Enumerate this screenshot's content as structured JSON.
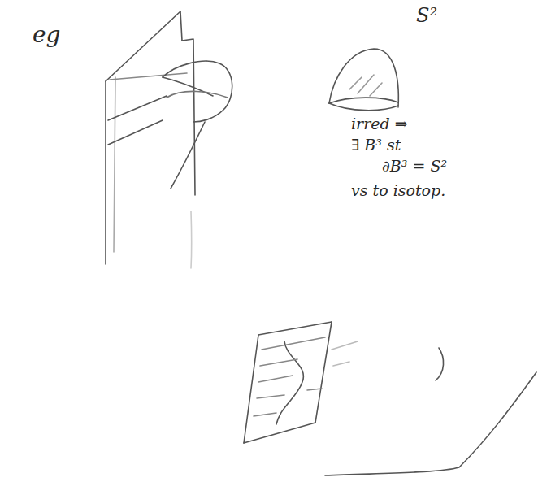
{
  "diagram": {
    "labels": [
      "eg",
      "S²",
      "irred ⇒",
      "∃ B³ st",
      "∂B³ = S²",
      "vs to isotop."
    ]
  }
}
